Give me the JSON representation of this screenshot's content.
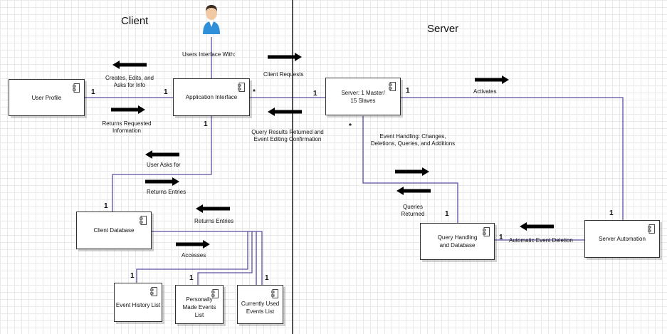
{
  "sections": {
    "client": "Client",
    "server": "Server"
  },
  "components": {
    "user_profile": "User Profile",
    "application_interface": "Application Interface",
    "server": "Server: 1 Master/ 15 Slaves",
    "client_database": "Client Database",
    "event_history": "Event History List",
    "personally_made": "Personally Made Events List",
    "currently_used": "Currently Used Events List",
    "query_handling": "Query Handling and Database",
    "server_automation": "Server Automation"
  },
  "edge_labels": {
    "users_interface": "Users Interface With:",
    "creates_edits": "Creates, Edits, and Asks for Info",
    "returns_requested": "Returns Requested Information",
    "client_requests": "Client Requests",
    "query_results": "Query Results Returned and Event Editing Confirmation",
    "activates": "Activates",
    "event_handling": "Event Handling: Changes, Deletions, Queries, and Additions",
    "user_asks": "User Asks for",
    "returns_entries_1": "Returns Entries",
    "returns_entries_2": "Returns Entries",
    "accesses": "Accesses",
    "queries_returned": "Queries Returned",
    "automatic_deletion": "Automatic Event Deletion"
  },
  "multiplicities": {
    "up_one": "1",
    "ai_left": "1",
    "ai_right": "*",
    "ai_bottom": "1",
    "srv_left": "1",
    "srv_right": "1",
    "srv_bottom": "*",
    "cdb_top": "1",
    "eh_top": "1",
    "pm_top": "1",
    "cu_top": "1",
    "qh_top": "1",
    "qh_right": "1",
    "sa_top": "1"
  },
  "colors": {
    "connector": "#5b4fa0",
    "divider": "#000000",
    "arrow": "#000000"
  },
  "icons": {
    "actor": "user-actor-icon",
    "component": "uml-component-icon"
  }
}
